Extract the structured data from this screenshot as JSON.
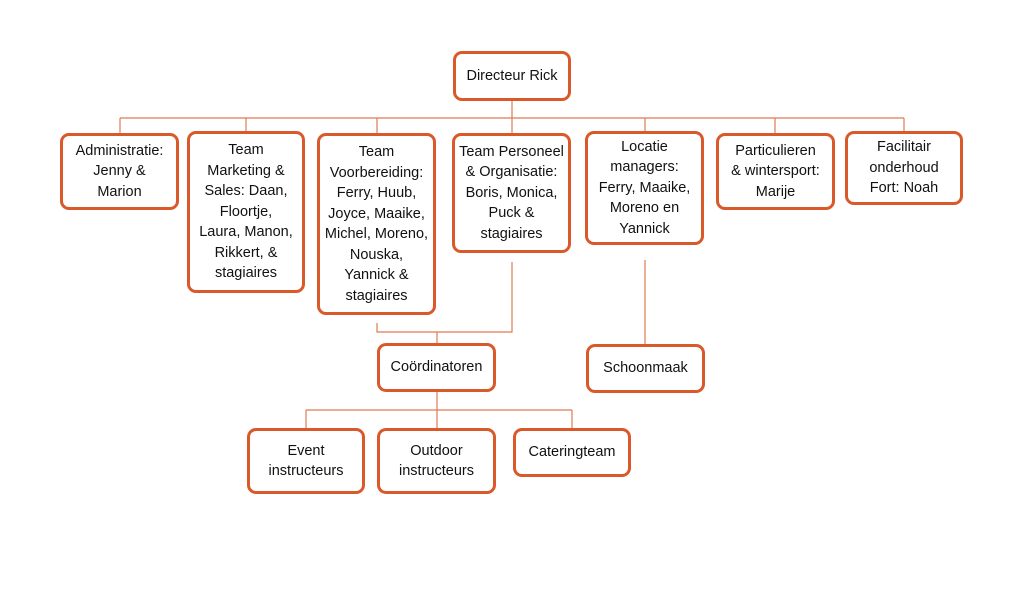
{
  "colors": {
    "box_border": "#d9592a",
    "connector": "#e07a55",
    "text": "#111111"
  },
  "nodes": {
    "director": "Directeur Rick",
    "administratie": "Administratie:\nJenny &\nMarion",
    "marketing": "Team\nMarketing &\nSales: Daan,\nFloortje,\nLaura, Manon,\nRikkert, &\nstagiaires",
    "voorbereiding": "Team\nVoorbereiding:\nFerry, Huub,\nJoyce, Maaike,\nMichel, Moreno,\nNouska,\nYannick &\nstagiaires",
    "personeel": "Team Personeel\n& Organisatie:\nBoris, Monica,\nPuck &\nstagiaires",
    "locatie": "Locatie\nmanagers:\nFerry, Maaike,\nMoreno en\nYannick",
    "particulieren": "Particulieren\n& wintersport:\nMarije",
    "facilitair": "Facilitair\nonderhoud\nFort: Noah",
    "coordinatoren": "Coördinatoren",
    "schoonmaak": "Schoonmaak",
    "event": "Event\ninstructeurs",
    "outdoor": "Outdoor\ninstructeurs",
    "catering": "Cateringteam"
  }
}
